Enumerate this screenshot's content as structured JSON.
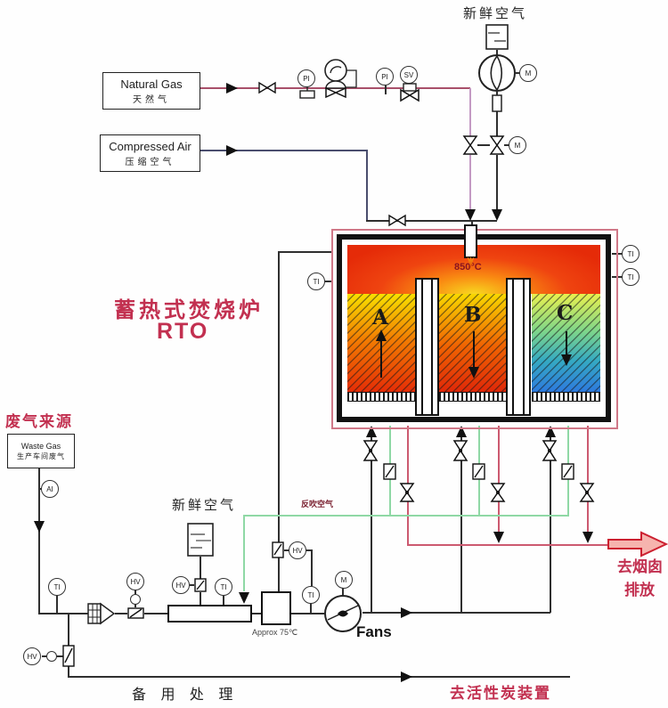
{
  "boxes": {
    "natural_gas_en": "Natural Gas",
    "natural_gas_cn": "天然气",
    "compressed_air_en": "Compressed Air",
    "compressed_air_cn": "压缩空气",
    "waste_gas_en": "Waste Gas",
    "waste_gas_cn": "生产车间废气"
  },
  "labels": {
    "fresh_air_top": "新鲜空气",
    "fresh_air_mid": "新鲜空气",
    "waste_source": "废气来源",
    "purge_air": "反吹空气",
    "to_stack_1": "去烟囱",
    "to_stack_2": "排放",
    "fans": "Fans",
    "approx_temp": "Approx 75℃",
    "backup_treatment": "备 用 处 理",
    "to_carbon": "去活性炭装置"
  },
  "rto": {
    "name_cn": "蓄热式焚烧炉",
    "name_en": "RTO",
    "combustion_temp": "850°C",
    "sections": [
      "A",
      "B",
      "C"
    ]
  },
  "instruments": {
    "TI": "TI",
    "PI": "PI",
    "AI": "AI",
    "HV": "HV",
    "SV": "SV",
    "M": "M"
  },
  "colors": {
    "gas_line": "#a8506a",
    "compressed_air_line": "#4a4e6e",
    "purge_line": "#8fd8a5",
    "exhaust_line": "#cc5a70",
    "accent_red": "#c23050"
  }
}
